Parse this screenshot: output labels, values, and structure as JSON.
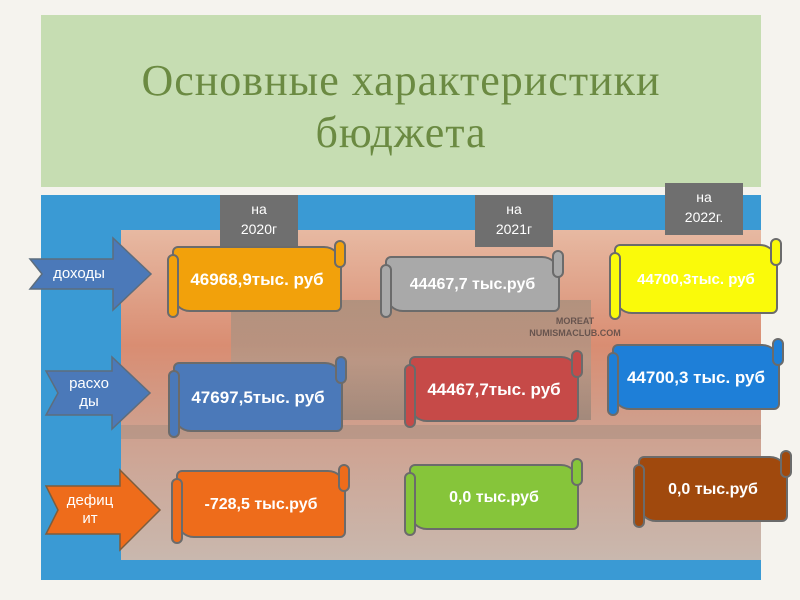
{
  "title": {
    "line1": "Основные характеристики",
    "line2": "бюджета"
  },
  "watermark": {
    "line1": "MOREAT",
    "line2": "NUMISMACLUB.COM"
  },
  "years": [
    {
      "line1": "на",
      "line2": "2020г"
    },
    {
      "line1": "на",
      "line2": "2021г"
    },
    {
      "line1": "на",
      "line2": "2022г."
    }
  ],
  "rows": [
    {
      "label_lines": [
        "доходы"
      ],
      "arrow_color": "#4b79b9",
      "cells": [
        "46968,9тыс. руб",
        "44467,7 тыс.руб",
        "44700,3тыс. руб"
      ]
    },
    {
      "label_lines": [
        "расхо",
        "ды"
      ],
      "arrow_color": "#4b79b9",
      "cells": [
        "47697,5тыс. руб",
        "44467,7тыс. руб",
        "44700,3 тыс. руб"
      ]
    },
    {
      "label_lines": [
        "дефиц",
        "ит"
      ],
      "arrow_color": "#ee6c1b",
      "cells": [
        "-728,5 тыс.руб",
        "0,0 тыс.руб",
        "0,0 тыс.руб"
      ]
    }
  ],
  "colors": {
    "title_band": "#c6ddb2",
    "title_text": "#6b8a42",
    "backdrop": "#3a9ad4",
    "year_tab": "#6f6f6f"
  }
}
